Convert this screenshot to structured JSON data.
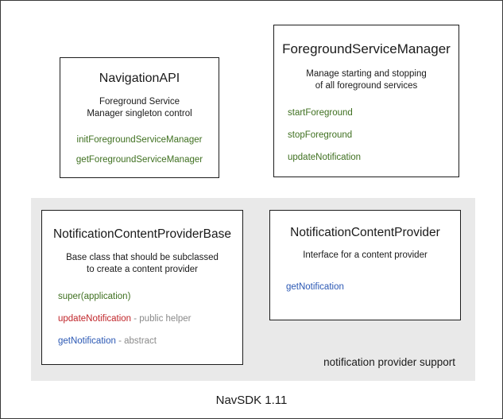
{
  "diagram": {
    "footer_caption": "NavSDK 1.11",
    "group": {
      "label": "notification provider support",
      "background_color": "#e9e9e9"
    },
    "colors": {
      "green": "#3f7020",
      "red": "#c0252a",
      "blue": "#2b58b4",
      "note_gray": "#8a8a8a",
      "box_border": "#1d1d1d",
      "canvas_background": "#ffffff"
    },
    "boxes": [
      {
        "id": "navigationapi",
        "title": "NavigationAPI",
        "description": "Foreground Service\nManager singleton control",
        "members": [
          {
            "name": "initForegroundServiceManager",
            "color": "green",
            "note": ""
          },
          {
            "name": "getForegroundServiceManager",
            "color": "green",
            "note": ""
          }
        ]
      },
      {
        "id": "foregroundservicemanager",
        "title": "ForegroundServiceManager",
        "description": "Manage starting and stopping\nof all foreground services",
        "members": [
          {
            "name": "startForeground",
            "color": "green",
            "note": ""
          },
          {
            "name": "stopForeground",
            "color": "green",
            "note": ""
          },
          {
            "name": "updateNotification",
            "color": "green",
            "note": ""
          }
        ]
      },
      {
        "id": "notificationcontentproviderbase",
        "title": "NotificationContentProviderBase",
        "description": "Base class that should be subclassed\nto create a content provider",
        "members": [
          {
            "name": "super(application)",
            "color": "green",
            "note": ""
          },
          {
            "name": "updateNotification",
            "color": "red",
            "note": " - public helper"
          },
          {
            "name": "getNotification",
            "color": "blue",
            "note": " - abstract"
          }
        ]
      },
      {
        "id": "notificationcontentprovider",
        "title": "NotificationContentProvider",
        "description": "Interface for a content provider",
        "members": [
          {
            "name": "getNotification",
            "color": "blue",
            "note": ""
          }
        ]
      }
    ]
  }
}
